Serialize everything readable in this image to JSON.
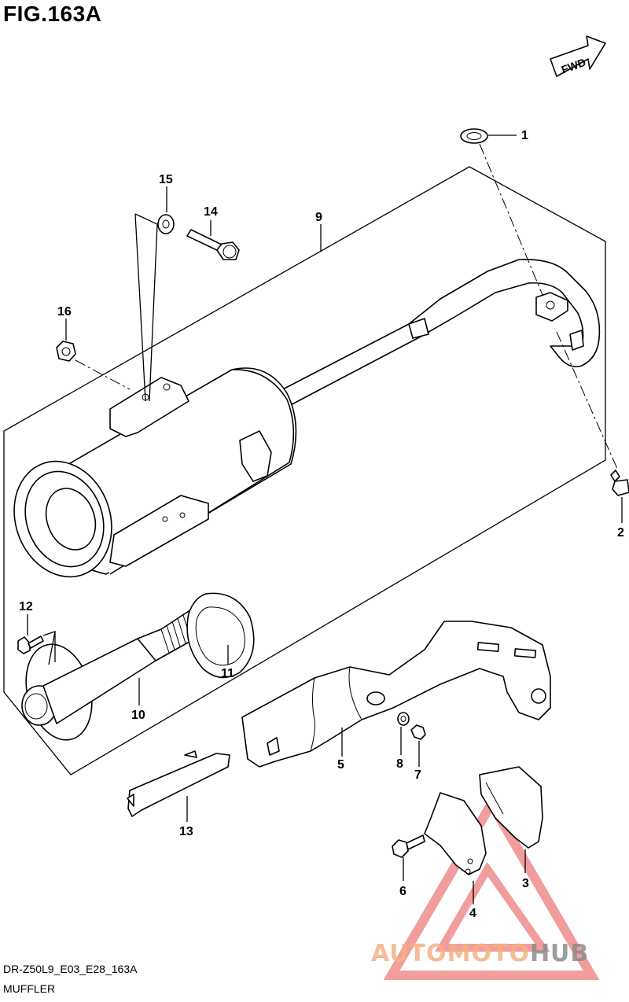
{
  "figure": {
    "title": "FIG.163A",
    "code": "DR-Z50L9_E03_E28_163A",
    "name": "MUFFLER"
  },
  "fwd_label": "FWD",
  "callouts": [
    {
      "id": "c1",
      "label": "1"
    },
    {
      "id": "c2",
      "label": "2"
    },
    {
      "id": "c3",
      "label": "3"
    },
    {
      "id": "c4",
      "label": "4"
    },
    {
      "id": "c5",
      "label": "5"
    },
    {
      "id": "c6",
      "label": "6"
    },
    {
      "id": "c7",
      "label": "7"
    },
    {
      "id": "c8",
      "label": "8"
    },
    {
      "id": "c9",
      "label": "9"
    },
    {
      "id": "c10",
      "label": "10"
    },
    {
      "id": "c11",
      "label": "11"
    },
    {
      "id": "c12",
      "label": "12"
    },
    {
      "id": "c13",
      "label": "13"
    },
    {
      "id": "c14",
      "label": "14"
    },
    {
      "id": "c15",
      "label": "15"
    },
    {
      "id": "c16",
      "label": "16"
    }
  ],
  "watermark": {
    "brand_auto": "AUTOMOTO",
    "brand_hub": "HUB",
    "color_auto": "#f4b183",
    "color_hub": "#8c8c8c",
    "color_logo": "#e84e4e"
  }
}
